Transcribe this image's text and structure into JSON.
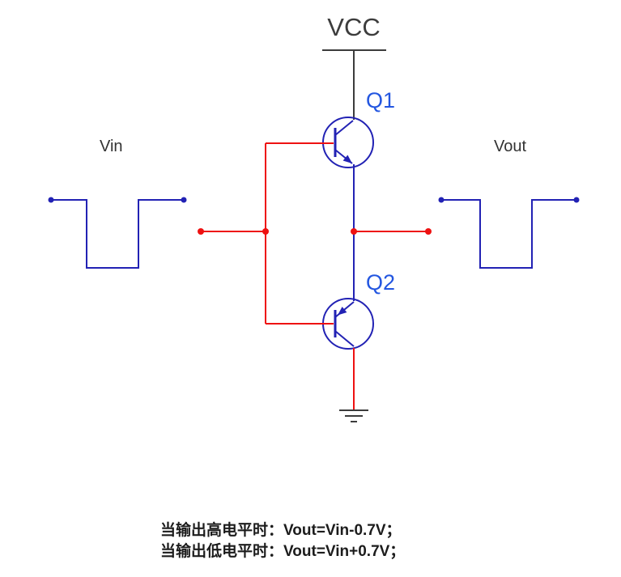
{
  "circuit": {
    "vcc_label": "VCC",
    "transistors": [
      {
        "label": "Q1"
      },
      {
        "label": "Q2"
      }
    ],
    "input_label": "Vin",
    "output_label": "Vout"
  },
  "notes": {
    "lines": [
      {
        "condition": "当输出高电平时：",
        "formula": "Vout=Vin-0.7V；"
      },
      {
        "condition": "当输出低电平时：",
        "formula": "Vout=Vin+0.7V；"
      }
    ]
  },
  "colors": {
    "wire_red": "#ee1111",
    "wire_blue": "#2222b4",
    "wire_dark": "#3c3c3c",
    "label_blue": "#2356e0",
    "text_dark": "#1c1c1c"
  }
}
